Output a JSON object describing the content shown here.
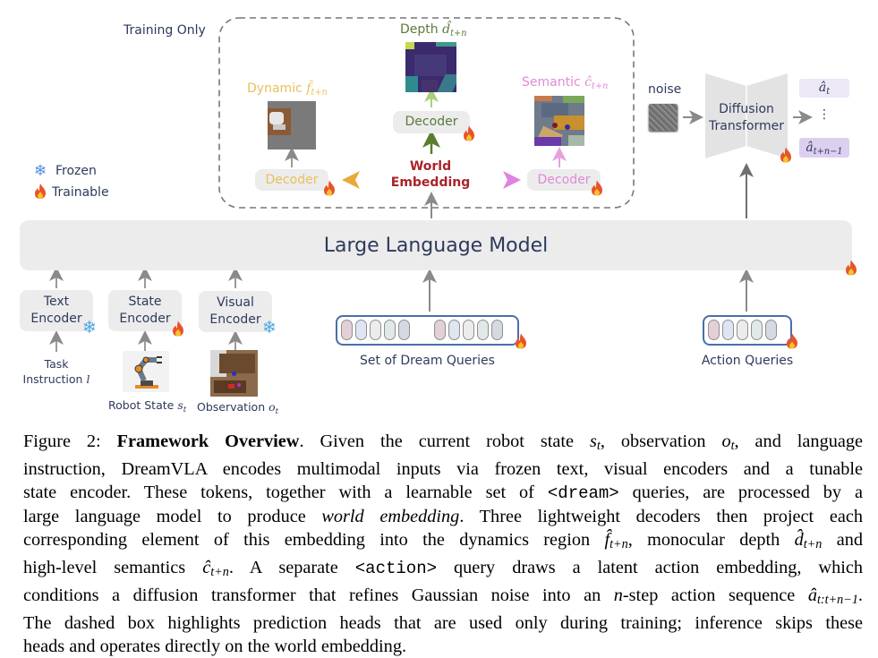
{
  "legend": {
    "frozen_label": "Frozen",
    "trainable_label": "Trainable",
    "frozen_icon": "snowflake-icon",
    "trainable_icon": "fire-icon"
  },
  "training_box": {
    "label": "Training Only"
  },
  "heads": {
    "dynamic": {
      "title": "Dynamic",
      "symbol": "f̂",
      "subscript": "t+n",
      "decoder_label": "Decoder",
      "color": "#e8c15a"
    },
    "depth": {
      "title": "Depth",
      "symbol": "d̂",
      "subscript": "t+n",
      "decoder_label": "Decoder",
      "color": "#5b7a3a"
    },
    "semantic": {
      "title": "Semantic",
      "symbol": "ĉ",
      "subscript": "t+n",
      "decoder_label": "Decoder",
      "color": "#e28ad6"
    }
  },
  "world_embedding": {
    "line1": "World",
    "line2": "Embedding",
    "color": "#a8232a"
  },
  "diffusion": {
    "noise_label": "noise",
    "line1": "Diffusion",
    "line2": "Transformer",
    "output_first": "â",
    "output_first_sub": "t",
    "output_dots": "⋮",
    "output_last": "â",
    "output_last_sub": "t+n−1"
  },
  "llm": {
    "label": "Large Language Model"
  },
  "encoders": [
    {
      "line1": "Text",
      "line2": "Encoder",
      "status": "frozen",
      "input_line1": "Task",
      "input_line2": "Instruction",
      "input_symbol": "l"
    },
    {
      "line1": "State",
      "line2": "Encoder",
      "status": "trainable",
      "input_line1": "Robot State",
      "input_symbol": "s",
      "input_sub": "t"
    },
    {
      "line1": "Visual",
      "line2": "Encoder",
      "status": "frozen",
      "input_line1": "Observation",
      "input_symbol": "o",
      "input_sub": "t"
    }
  ],
  "dream_queries": {
    "label": "Set of Dream Queries",
    "pill_colors": [
      "#e3d0d6",
      "#dde6f2",
      "#ececec",
      "#e1e8e8",
      "#d6d8e2",
      "#e3d0d6",
      "#dde6f2",
      "#ececec",
      "#e1e8e8",
      "#d6d8e2"
    ]
  },
  "action_queries": {
    "label": "Action Queries",
    "pill_colors": [
      "#e3d0d6",
      "#dde6f2",
      "#ececec",
      "#e1e8e8",
      "#d6d8e2"
    ]
  },
  "caption": {
    "figure_label": "Figure 2:",
    "bold_title": "Framework Overview",
    "lines": [
      ". Given the current robot state",
      "instruction, DreamVLA encodes multimodal inputs via frozen text, visual encoders and a tunable",
      "state encoder. These tokens, together with a learnable set of",
      "large language model to produce",
      "corresponding element of this embedding into the dynamics region",
      "high-level semantics",
      "conditions a diffusion transformer that refines Gaussian noise into an",
      "The dashed box highlights prediction heads that are used only during training; inference skips these",
      "heads and operates directly on the world embedding."
    ],
    "l1_mid1": ", observation",
    "l1_mid2": ", and language",
    "l3_code": "<dream>",
    "l3_tail": "queries, are processed by a",
    "l4_italic": "world embedding",
    "l4_tail": ". Three lightweight decoders then project each",
    "l5_mid": ", monocular depth",
    "l5_tail": "and",
    "l6_mid": ". A separate",
    "l6_code": "<action>",
    "l6_tail": "query draws a latent action embedding, which",
    "l7_mid": "-step action sequence",
    "sym_s": "s",
    "sym_o": "o",
    "sub_t": "t",
    "sym_f": "f̂",
    "sym_d": "d̂",
    "sym_c": "ĉ",
    "sub_tn": "t+n",
    "sym_n": "n",
    "sym_a": "â",
    "sub_a": "t:t+n−1"
  }
}
